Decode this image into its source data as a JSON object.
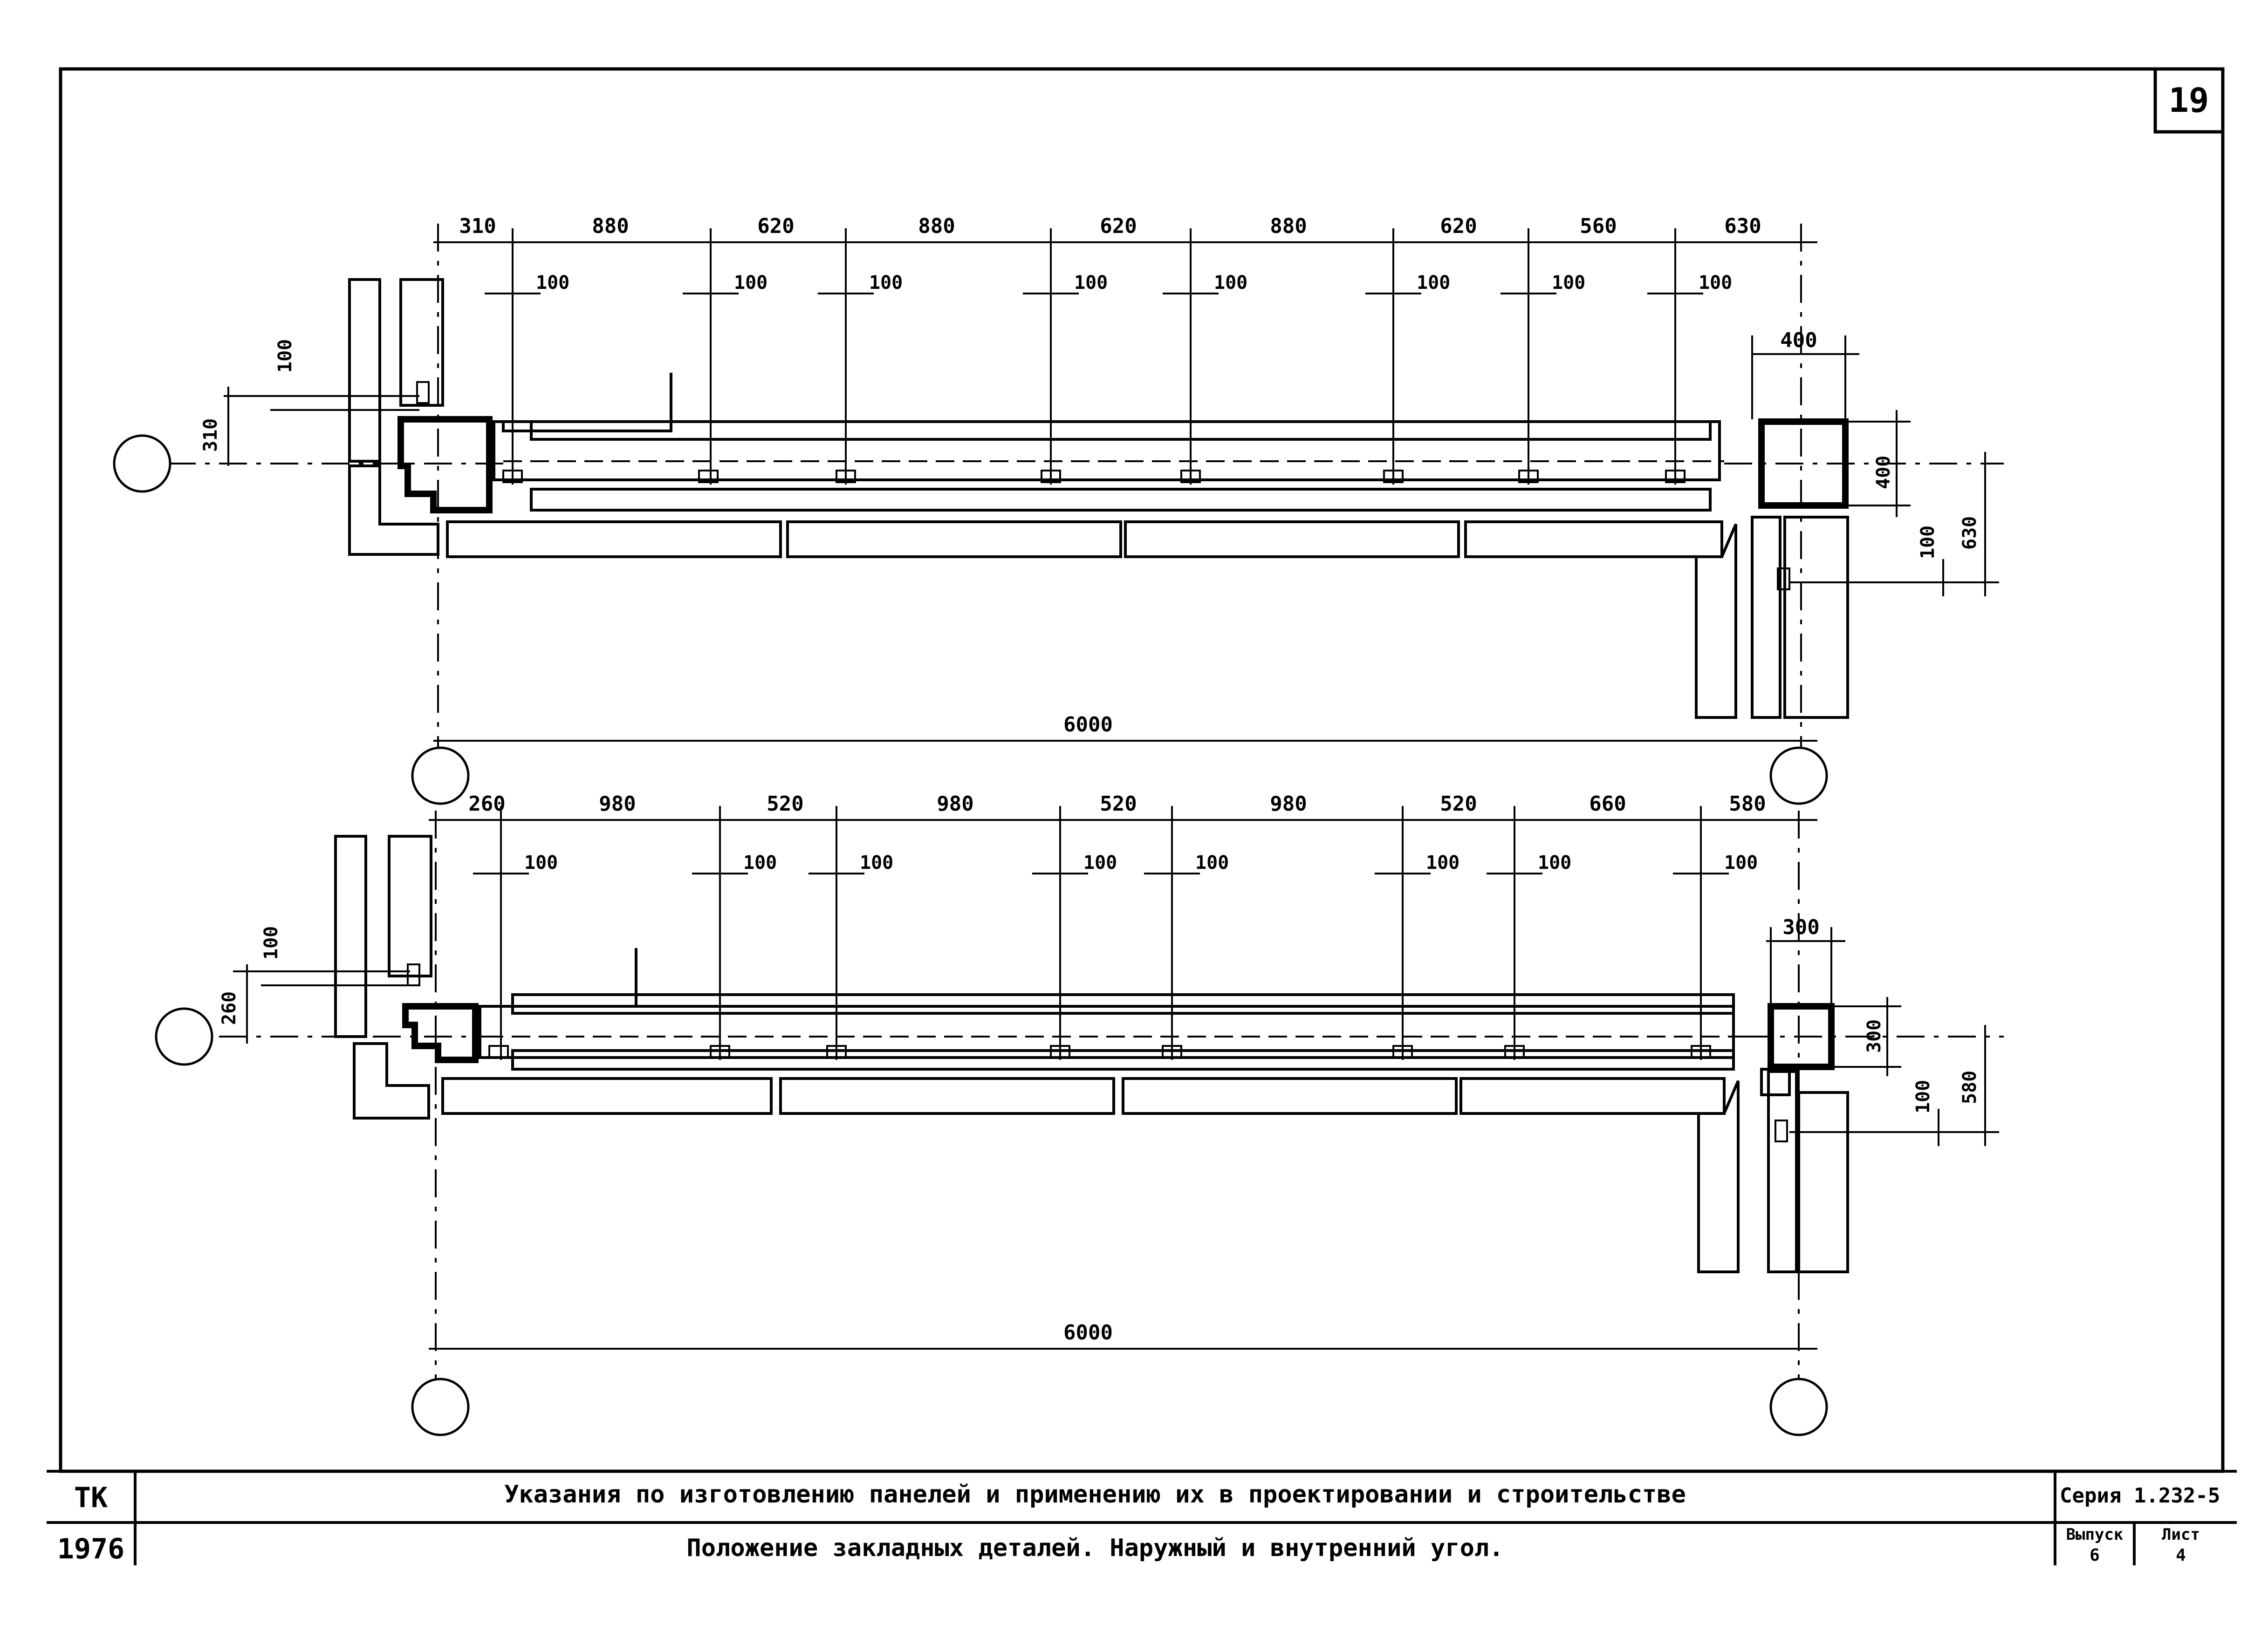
{
  "sheet_number": "19",
  "title_block": {
    "org": "ТК",
    "year": "1976",
    "main_title": "Указания по изготовлению панелей и применению их в проектировании и строительстве",
    "sub_title": "Положение закладных деталей. Наружный и внутренний угол.",
    "series_label": "Серия 1.232-5",
    "issue_label": "Выпуск",
    "issue_value": "6",
    "sheet_label": "Лист",
    "sheet_value": "4"
  },
  "plans": [
    {
      "id": "outer",
      "top_dims": [
        "310",
        "880",
        "620",
        "880",
        "620",
        "880",
        "620",
        "560",
        "630"
      ],
      "embed_dim": "100",
      "left_dim_small": "100",
      "left_dim_offset": "310",
      "right_top_width": "400",
      "right_side_height": "400",
      "right_side_small": "100",
      "right_side_total": "630",
      "overall": "6000"
    },
    {
      "id": "inner",
      "top_dims": [
        "260",
        "980",
        "520",
        "980",
        "520",
        "980",
        "520",
        "660",
        "580"
      ],
      "embed_dim": "100",
      "left_dim_small": "100",
      "left_dim_offset": "260",
      "right_top_width": "300",
      "right_side_height": "300",
      "right_side_small": "100",
      "right_side_total": "580",
      "overall": "6000"
    }
  ]
}
